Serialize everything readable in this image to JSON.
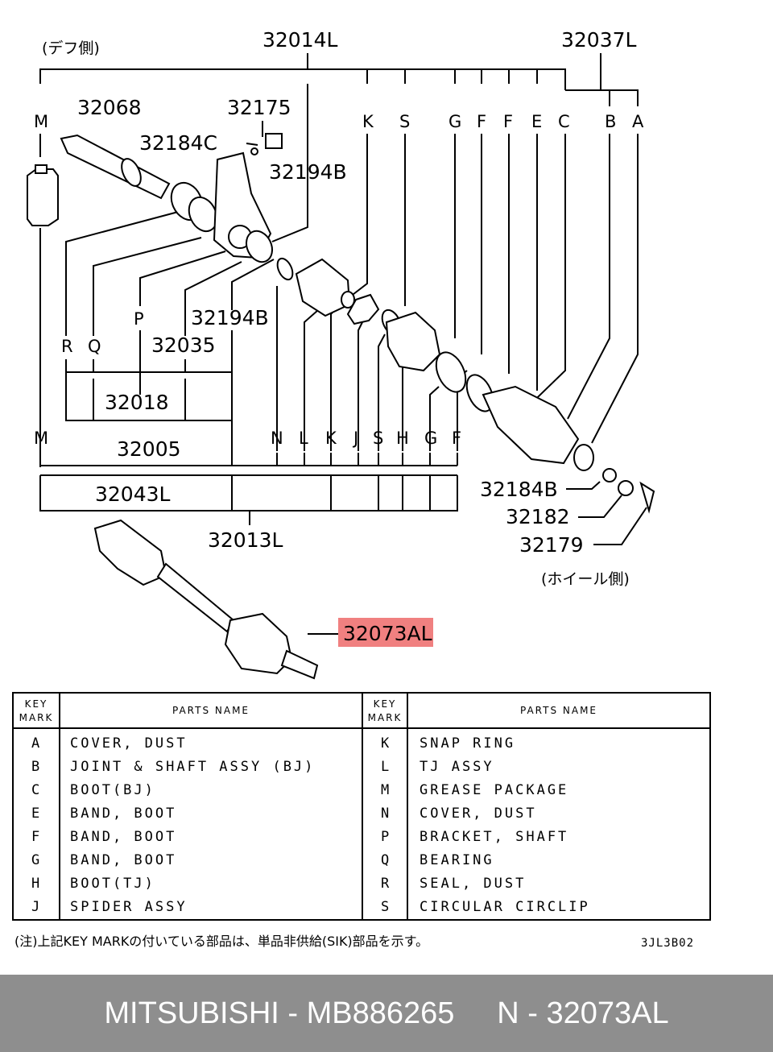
{
  "callouts": {
    "def_side": "(デフ側)",
    "wheel_side": "(ホイール側)",
    "n32014L": "32014L",
    "n32037L": "32037L",
    "n32068": "32068",
    "n32175": "32175",
    "n32184C": "32184C",
    "n32194B_top": "32194B",
    "n32194B_mid": "32194B",
    "n32035": "32035",
    "n32018": "32018",
    "n32005": "32005",
    "n32043L": "32043L",
    "n32013L": "32013L",
    "n32184B": "32184B",
    "n32182": "32182",
    "n32179": "32179",
    "n32073AL": "32073AL"
  },
  "top_marks": [
    "M",
    "K",
    "S",
    "G",
    "F",
    "F",
    "E",
    "C",
    "B",
    "A"
  ],
  "left_marks": [
    "P",
    "R",
    "Q"
  ],
  "bottom_marks": [
    "M",
    "N",
    "L",
    "K",
    "J",
    "S",
    "H",
    "G",
    "F"
  ],
  "highlight_color": "#f08080",
  "table": {
    "key_header": [
      "KEY",
      "MARK"
    ],
    "name_header": "PARTS NAME",
    "left_rows": [
      {
        "key": "A",
        "name": "COVER, DUST"
      },
      {
        "key": "B",
        "name": "JOINT & SHAFT ASSY (BJ)"
      },
      {
        "key": "C",
        "name": "BOOT(BJ)"
      },
      {
        "key": "E",
        "name": "BAND, BOOT"
      },
      {
        "key": "F",
        "name": "BAND, BOOT"
      },
      {
        "key": "G",
        "name": "BAND, BOOT"
      },
      {
        "key": "H",
        "name": "BOOT(TJ)"
      },
      {
        "key": "J",
        "name": "SPIDER ASSY"
      }
    ],
    "right_rows": [
      {
        "key": "K",
        "name": "SNAP RING"
      },
      {
        "key": "L",
        "name": "TJ ASSY"
      },
      {
        "key": "M",
        "name": "GREASE PACKAGE"
      },
      {
        "key": "N",
        "name": "COVER, DUST"
      },
      {
        "key": "P",
        "name": "BRACKET, SHAFT"
      },
      {
        "key": "Q",
        "name": "BEARING"
      },
      {
        "key": "R",
        "name": "SEAL, DUST"
      },
      {
        "key": "S",
        "name": "CIRCULAR CIRCLIP"
      }
    ]
  },
  "note": "(注)上記KEY MARKの付いている部品は、単品非供給(SIK)部品を示す。",
  "drawing_code": "3JL3B02",
  "footer": "MITSUBISHI - MB886265     N - 32073AL"
}
